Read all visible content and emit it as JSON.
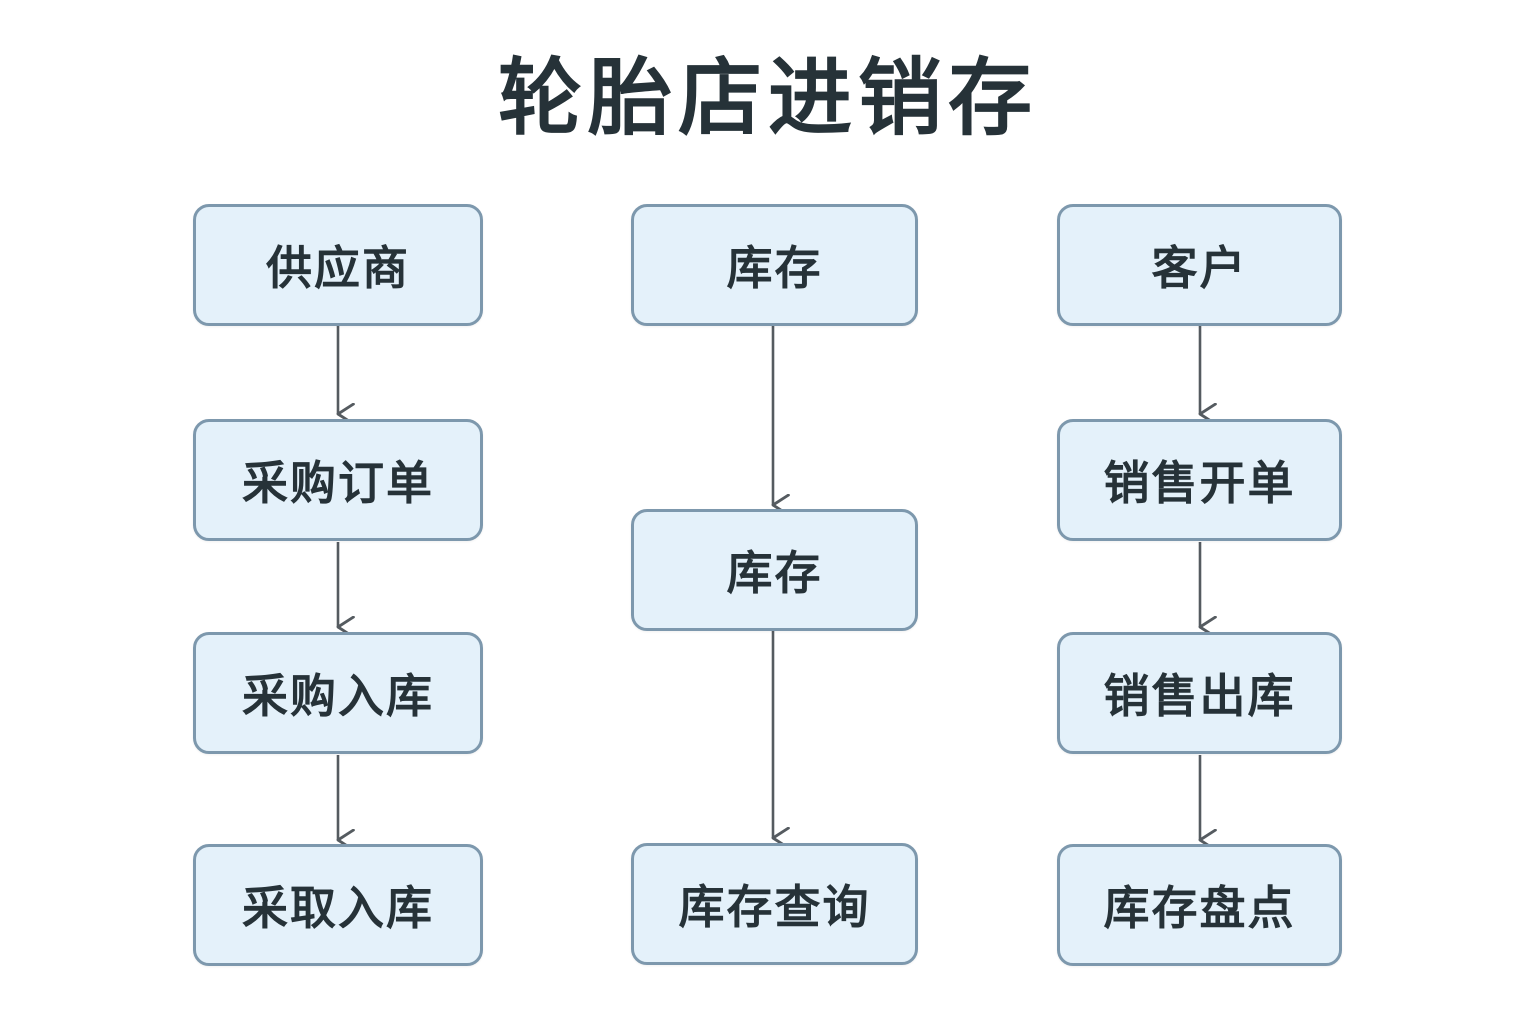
{
  "title": "轮胎店进销存",
  "columns": {
    "left": [
      "供应商",
      "采购订单",
      "采购入库",
      "采取入库"
    ],
    "middle": [
      "库存",
      "库存",
      "库存查询"
    ],
    "right": [
      "客户",
      "销售开单",
      "销售出库",
      "库存盘点"
    ]
  },
  "colors": {
    "node_fill": "#e4f1fa",
    "node_border": "#7d98ad",
    "arrow": "#555b60",
    "text": "#263238"
  }
}
